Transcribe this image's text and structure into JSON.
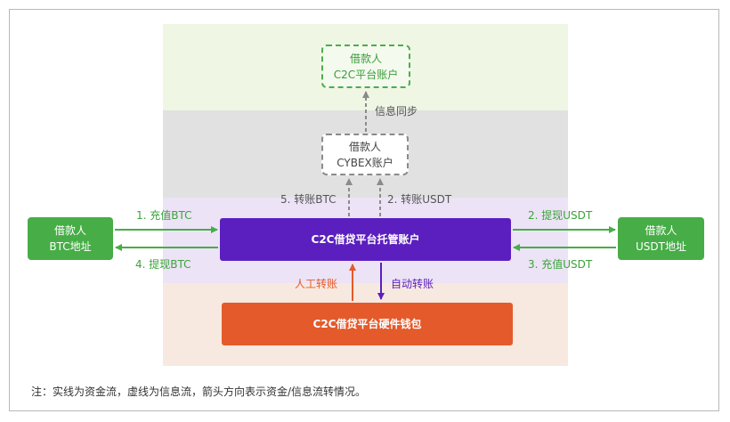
{
  "nodes": {
    "borrower_c2c": {
      "line1": "借款人",
      "line2": "C2C平台账户"
    },
    "borrower_cybex": {
      "line1": "借款人",
      "line2": "CYBEX账户"
    },
    "borrower_btc": {
      "line1": "借款人",
      "line2": "BTC地址"
    },
    "borrower_usdt": {
      "line1": "借款人",
      "line2": "USDT地址"
    },
    "escrow": "C2C借贷平台托管账户",
    "hardware_wallet": "C2C借贷平台硬件钱包"
  },
  "edges": {
    "info_sync": "信息同步",
    "transfer_btc": "5. 转账BTC",
    "transfer_usdt": "2. 转账USDT",
    "deposit_btc": "1. 充值BTC",
    "withdraw_btc": "4. 提现BTC",
    "withdraw_usdt": "2. 提现USDT",
    "deposit_usdt": "3. 充值USDT",
    "manual_transfer": "人工转账",
    "auto_transfer": "自动转账"
  },
  "colors": {
    "green": "#47ad47",
    "purple": "#5b1fbf",
    "orange": "#e45a2a",
    "gray": "#8b8b8b"
  },
  "note": "注：实线为资金流，虚线为信息流，箭头方向表示资金/信息流转情况。"
}
